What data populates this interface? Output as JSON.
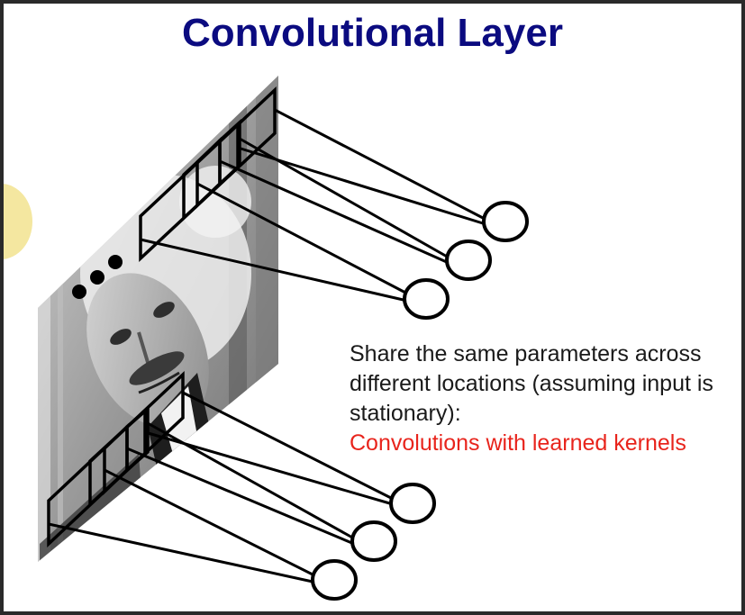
{
  "slide": {
    "title": "Convolutional Layer",
    "caption_lines": [
      "Share the same parameters across",
      "different locations (assuming input is",
      "stationary):"
    ],
    "highlight": "Convolutions with learned kernels",
    "colors": {
      "title": "#0b0b80",
      "highlight": "#e8241c",
      "text": "#1a1a1a"
    }
  },
  "figure": {
    "image": "grayscale portrait photo on a tilted plane",
    "ellipsis": "three black dots",
    "upper_neurons": 3,
    "lower_neurons": 3
  }
}
